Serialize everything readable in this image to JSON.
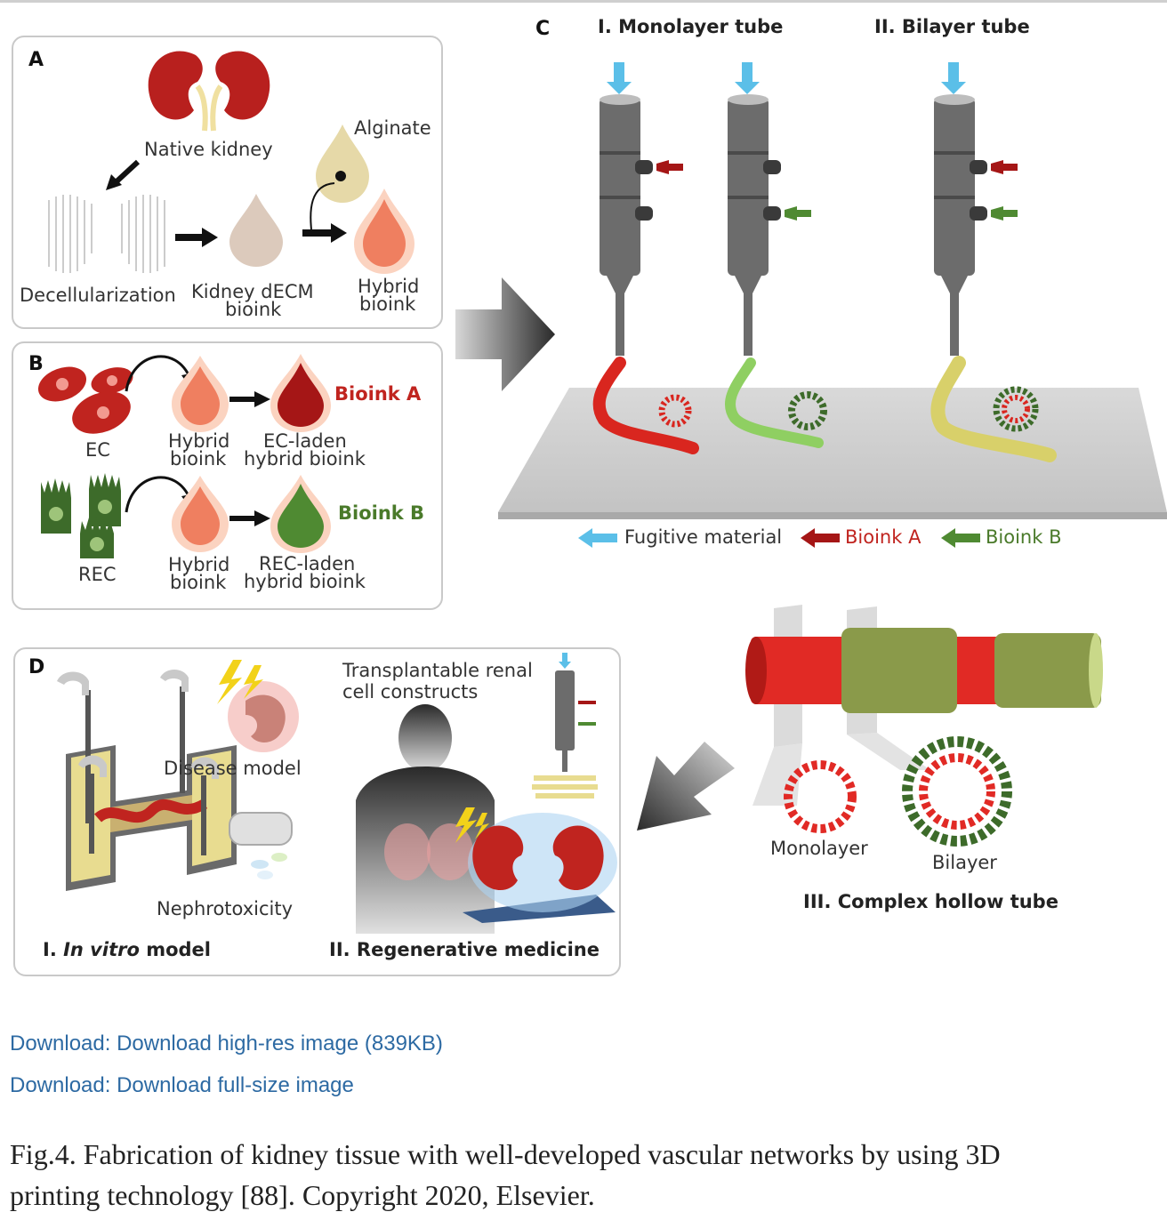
{
  "figure": {
    "panelA": {
      "label": "A",
      "native_kidney": "Native kidney",
      "alginate": "Alginate",
      "decellularization": "Decellularization",
      "kidney_decm_1": "Kidney dECM",
      "kidney_decm_2": "bioink",
      "hybrid_1": "Hybrid",
      "hybrid_2": "bioink"
    },
    "panelB": {
      "label": "B",
      "ec": "EC",
      "rec": "REC",
      "hybrid_1": "Hybrid",
      "hybrid_2": "bioink",
      "ec_laden_1": "EC-laden",
      "ec_laden_2": "hybrid bioink",
      "rec_laden_1": "REC-laden",
      "rec_laden_2": "hybrid bioink",
      "bioink_a": "Bioink A",
      "bioink_b": "Bioink B"
    },
    "panelC": {
      "label": "C",
      "monolayer_tube": "I. Monolayer tube",
      "bilayer_tube": "II. Bilayer tube",
      "legend_fugitive": "Fugitive material",
      "legend_bioink_a": "Bioink A",
      "legend_bioink_b": "Bioink B"
    },
    "complex": {
      "monolayer": "Monolayer",
      "bilayer": "Bilayer",
      "title": "III. Complex hollow tube"
    },
    "panelD": {
      "label": "D",
      "transplantable_1": "Transplantable renal",
      "transplantable_2": "cell constructs",
      "disease_model": "Disease model",
      "nephrotoxicity": "Nephrotoxicity",
      "in_vitro_prefix": "I. ",
      "in_vitro_italic": "In vitro",
      "in_vitro_suffix": " model",
      "regenerative": "II. Regenerative medicine"
    }
  },
  "links": {
    "highres": "Download: Download high-res image (839KB)",
    "fullsize": "Download: Download full-size image"
  },
  "caption": {
    "line1": "Fig.4. Fabrication of kidney tissue with well-developed vascular networks by using 3D",
    "line2": "printing technology [88]. Copyright 2020, Elsevier."
  },
  "colors": {
    "link": "#2d6aa3",
    "bioink_a": "#c0241f",
    "bioink_b": "#4a7a2a",
    "fugitive": "#5bbfe8"
  }
}
